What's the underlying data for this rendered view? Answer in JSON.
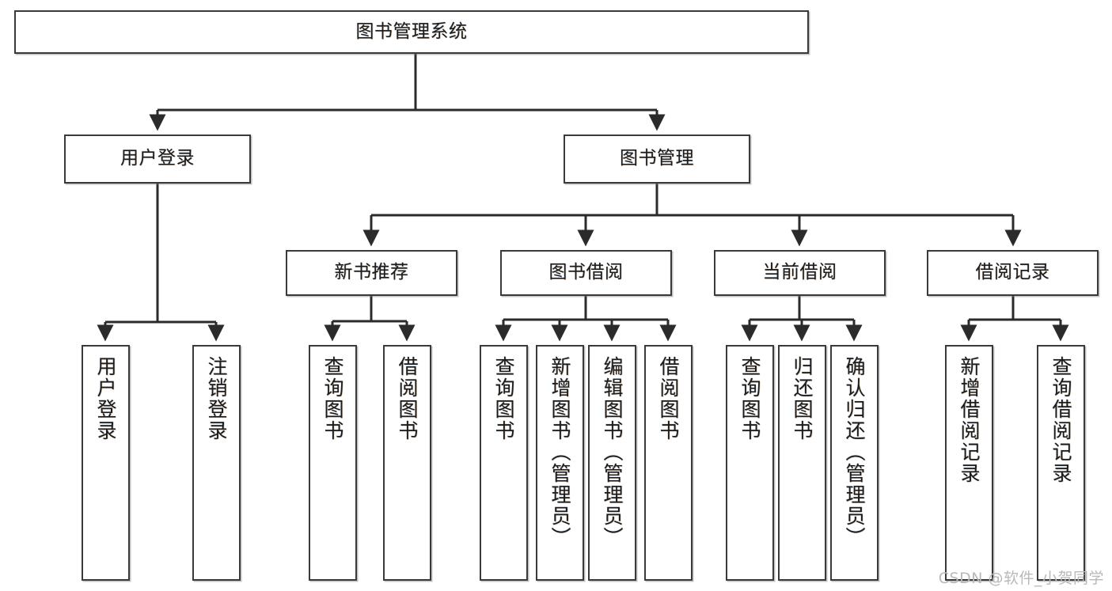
{
  "diagram": {
    "title": "图书管理系统",
    "type": "tree-hierarchy-diagram",
    "watermark": "CSDN @软件_小贺同学",
    "colors": {
      "box_border": "#3a3a3a",
      "box_fill": "#ffffff",
      "edge": "#2b2b2b",
      "text": "#1c1c1c",
      "watermark": "#b9b9b9"
    },
    "root": {
      "label": "图书管理系统"
    },
    "level2": [
      {
        "label": "用户登录"
      },
      {
        "label": "图书管理"
      }
    ],
    "level3": [
      {
        "label": "新书推荐"
      },
      {
        "label": "图书借阅"
      },
      {
        "label": "当前借阅"
      },
      {
        "label": "借阅记录"
      }
    ],
    "leaves": [
      {
        "label": "用户登录"
      },
      {
        "label": "注销登录"
      },
      {
        "label": "查询图书"
      },
      {
        "label": "借阅图书"
      },
      {
        "label": "查询图书"
      },
      {
        "label": "新增图书（管理员）"
      },
      {
        "label": "编辑图书（管理员）"
      },
      {
        "label": "借阅图书"
      },
      {
        "label": "查询图书"
      },
      {
        "label": "归还图书"
      },
      {
        "label": "确认归还（管理员）"
      },
      {
        "label": "新增借阅记录"
      },
      {
        "label": "查询借阅记录"
      }
    ]
  }
}
